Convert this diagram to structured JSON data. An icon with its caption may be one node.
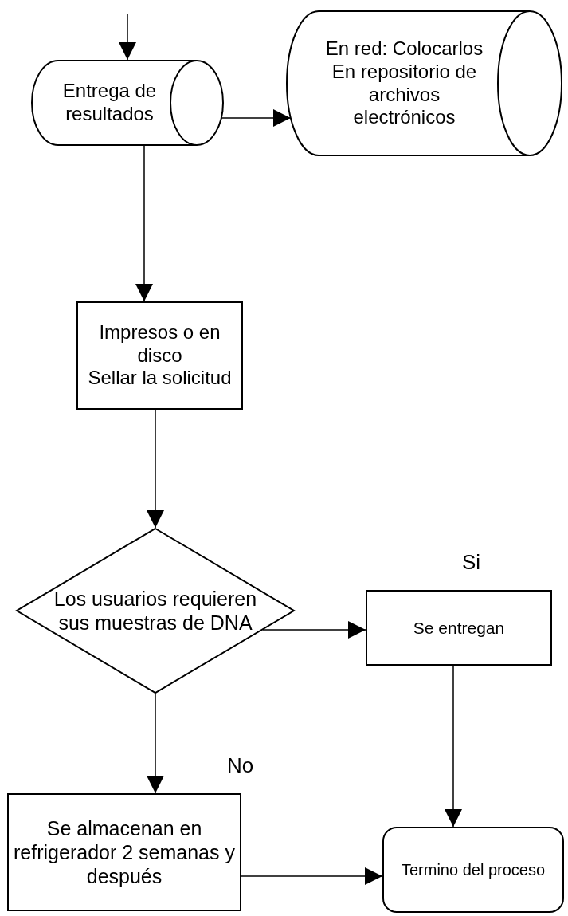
{
  "diagram": {
    "nodes": [
      {
        "text": [
          "Entrega de resultados"
        ]
      },
      {
        "text": [
          "En red: Colocarlos",
          "En repositorio de archivos electrónicos"
        ]
      },
      {
        "text": [
          "Impresos o en disco",
          "Sellar la solicitud"
        ]
      },
      {
        "text": [
          "Los usuarios requieren sus muestras de DNA"
        ]
      },
      {
        "text": [
          "Se entregan"
        ]
      },
      {
        "text": [
          "Se almacenan en refrigerador 2 semanas y después"
        ]
      },
      {
        "text": [
          "Termino del proceso"
        ]
      }
    ],
    "edges": [
      {
        "from": null,
        "to": 0,
        "arrow": "to"
      },
      {
        "from": 0,
        "to": 1,
        "arrow": "to"
      },
      {
        "from": 0,
        "to": 2,
        "arrow": "to"
      },
      {
        "from": 2,
        "to": 3,
        "arrow": "to"
      },
      {
        "from": 3,
        "to": 4,
        "arrow": "to"
      },
      {
        "from": 3,
        "to": 5,
        "arrow": "to"
      },
      {
        "from": 4,
        "to": 6,
        "arrow": "to"
      },
      {
        "from": 5,
        "to": 6,
        "arrow": "to"
      }
    ],
    "labels": [
      "Si",
      "No"
    ]
  }
}
